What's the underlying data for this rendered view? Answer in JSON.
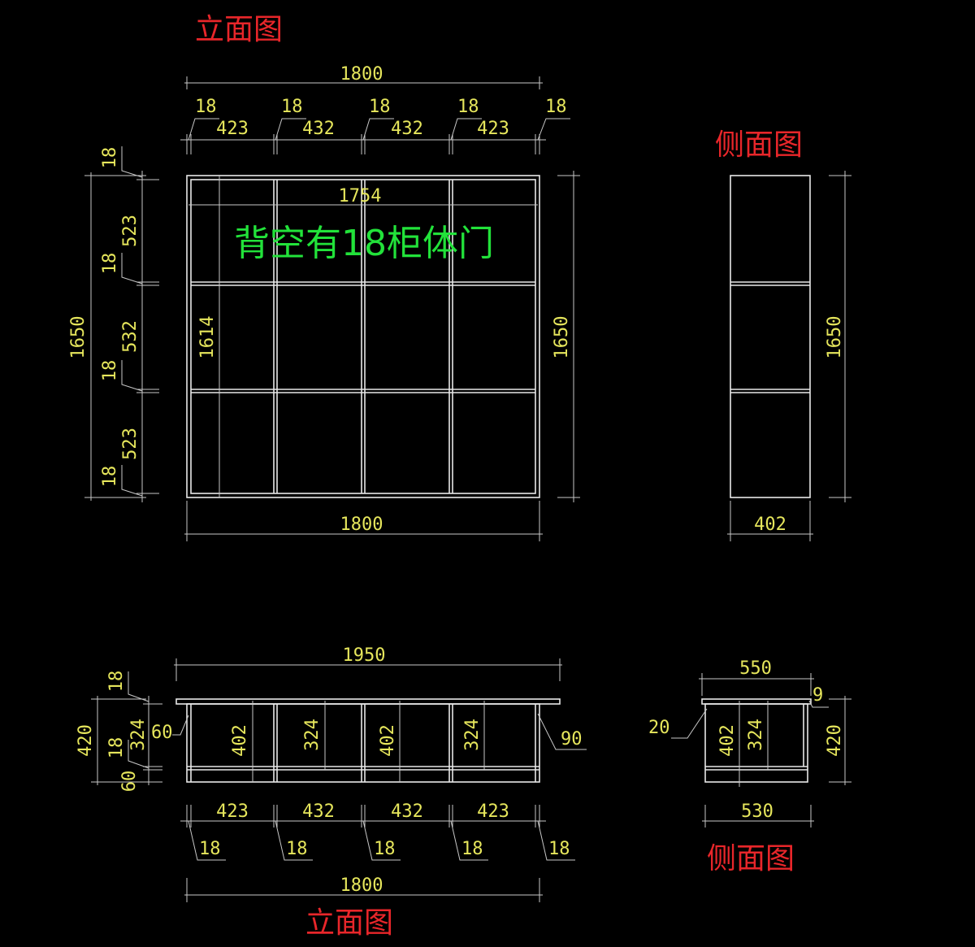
{
  "colors": {
    "background": "#000000",
    "title": "#e8262a",
    "note": "#22e23a",
    "dimension_text": "#e6e65c",
    "panel_line": "#e8e8e8",
    "dimension_line": "#c8c8c8"
  },
  "titles": {
    "front_top": "立面图",
    "side_top": "侧面图",
    "front_bottom": "立面图",
    "side_bottom": "侧面图"
  },
  "note": "背空有18柜体门",
  "upper_front": {
    "overall_width": "1800",
    "board_thickness": [
      "18",
      "18",
      "18",
      "18",
      "18"
    ],
    "bay_widths": [
      "423",
      "432",
      "432",
      "423"
    ],
    "inner_width": "1754",
    "left_heights": [
      "18",
      "523",
      "18",
      "532",
      "18",
      "523",
      "18"
    ],
    "overall_height_left": "1650",
    "inner_height": "1614",
    "overall_height_right": "1650",
    "bottom_width": "1800"
  },
  "upper_side": {
    "height": "1650",
    "depth": "402"
  },
  "lower_front": {
    "top_width": "1950",
    "top_thickness": "18",
    "overall_height": "420",
    "mid_thickness": "18",
    "plinth": "60",
    "inner_height": "324",
    "recess_left": "60",
    "recess_right": "90",
    "bay_heights": [
      "402",
      "324",
      "402",
      "324"
    ],
    "bay_widths": [
      "423",
      "432",
      "432",
      "423"
    ],
    "board_thickness": [
      "18",
      "18",
      "18",
      "18",
      "18"
    ],
    "bottom_width": "1800"
  },
  "lower_side": {
    "top_width": "550",
    "top_overhang": "9",
    "front_offset": "20",
    "heights": [
      "402",
      "324"
    ],
    "overall_height": "420",
    "bottom_width": "530"
  }
}
